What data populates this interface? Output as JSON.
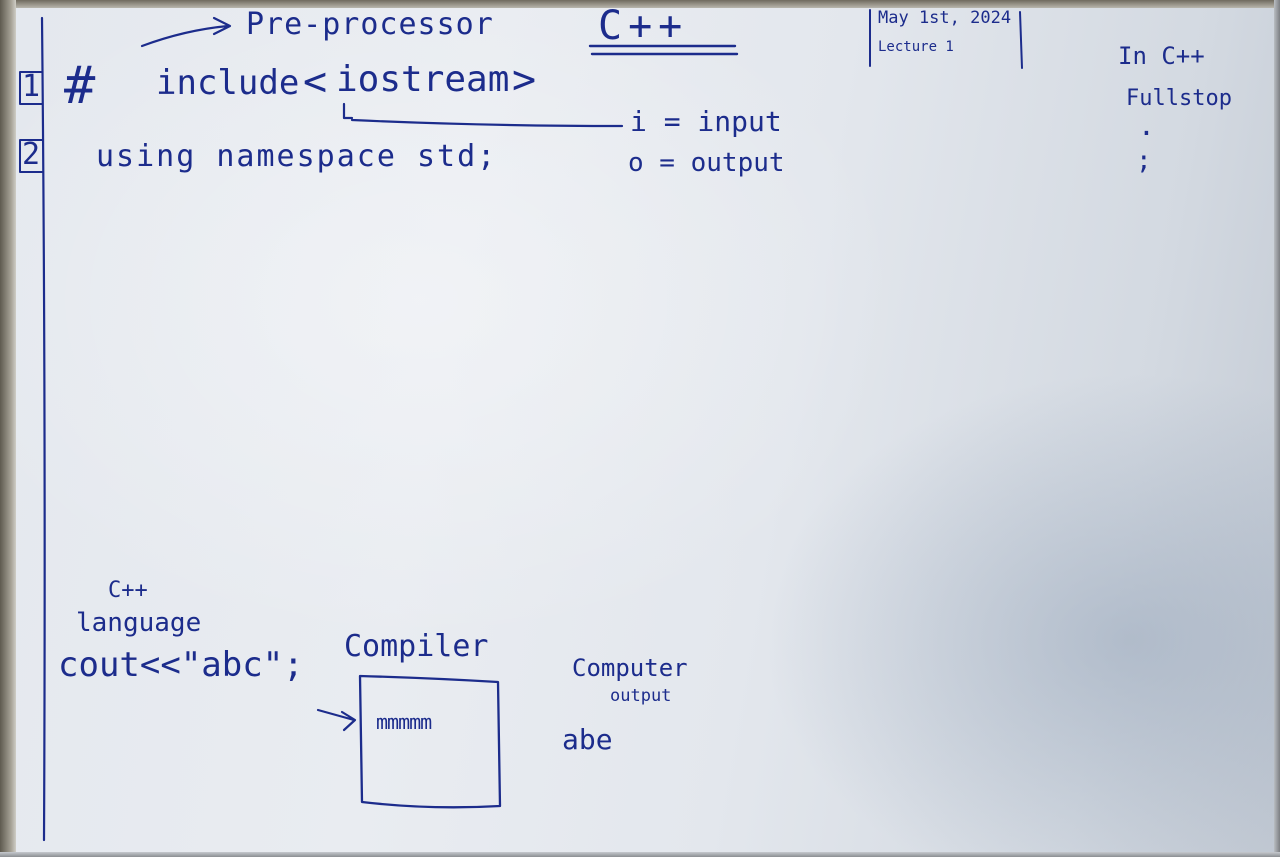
{
  "board": {
    "title": "C++",
    "date_note": {
      "date": "May 1st, 2024",
      "lecture": "Lecture 1"
    },
    "code_lines": [
      {
        "number": "1",
        "hash": "#",
        "code": "include",
        "angle_open": "<",
        "header": "iostream",
        "angle_close": ">"
      },
      {
        "number": "2",
        "code": "using namespace std;"
      }
    ],
    "preprocessor_label": "Pre-processor",
    "iostream_legend": {
      "i": "i = input",
      "o": "o = output"
    },
    "side_note": {
      "heading": "In C++",
      "word": "Fullstop",
      "dot": ".",
      "semicolon": ";"
    },
    "bottom_diagram": {
      "language_top": "C++",
      "language_bottom": "language",
      "statement": "cout<<\"abc\";",
      "compiler_label": "Compiler",
      "compiler_scribble": "mmmmm",
      "computer_label": "Computer",
      "output_label": "output",
      "output_value": "abe"
    },
    "colors": {
      "ink": "#1c2c8c",
      "board": "#e6e9ee"
    }
  }
}
